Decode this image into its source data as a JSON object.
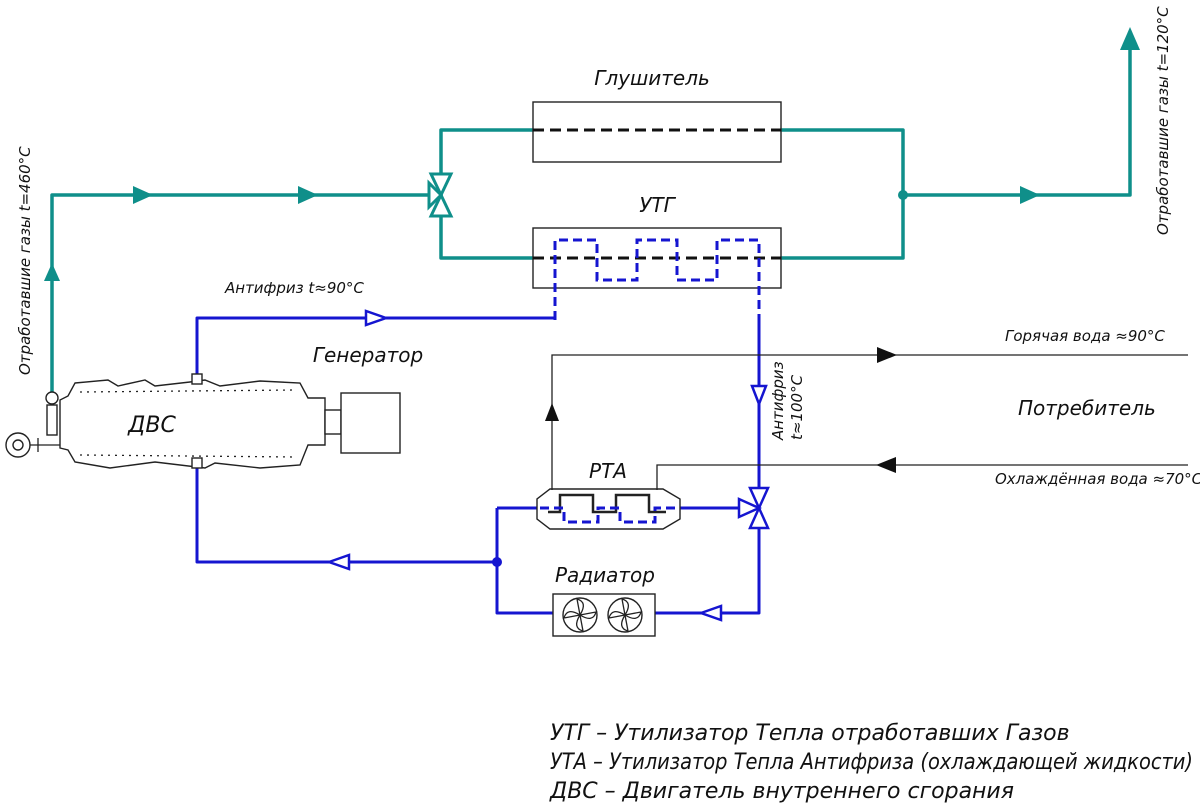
{
  "colors": {
    "exhaust": "#0f8f8a",
    "antifreeze": "#1515d0",
    "water": "#111111"
  },
  "labels": {
    "muffler": "Глушитель",
    "utg": "УТГ",
    "generator": "Генератор",
    "engine": "ДВС",
    "rta": "РТА",
    "radiator": "Радиатор",
    "consumer": "Потребитель",
    "exhaust_in": "Отработавшие газы t=460°С",
    "exhaust_out": "Отработавшие газы t=120°С",
    "antifreeze_90": "Антифриз t≈90°С",
    "antifreeze_100_line1": "Антифриз",
    "antifreeze_100_line2": "t≈100°С",
    "hot_water": "Горячая вода ≈90°С",
    "cooled_water": "Охлаждённая вода ≈70°С"
  },
  "legend": [
    "УТГ – Утилизатор Тепла отработавших Газов",
    "УТА – Утилизатор Тепла Антифриза (охлаждающей жидкости)",
    "ДВС – Двигатель внутреннего сгорания"
  ]
}
